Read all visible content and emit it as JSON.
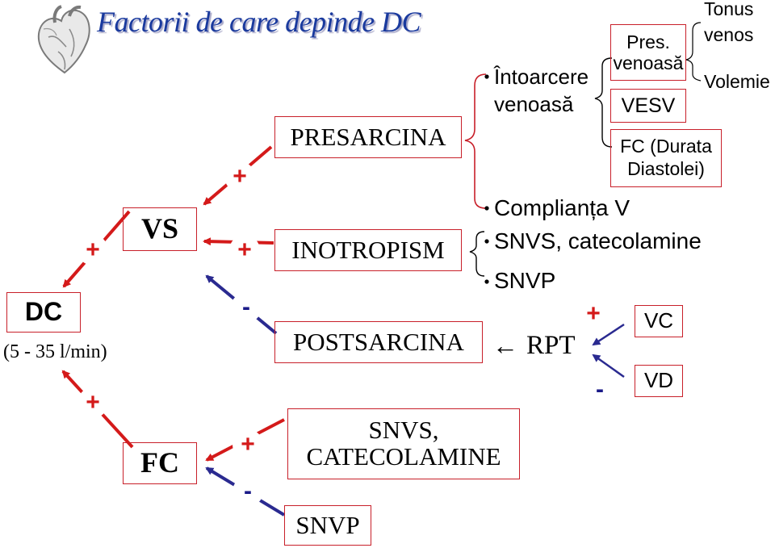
{
  "title": "Factorii de care depinde DC",
  "colors": {
    "red": "#d41a1a",
    "blue": "#2a2a90",
    "title": "#1a3a9e",
    "border": "#c8202a"
  },
  "icons": {
    "logo": "heart-icon"
  },
  "nodes": {
    "dc": "DC",
    "dc_range": "(5 - 35 l/min)",
    "vs": "VS",
    "fc": "FC",
    "presarcina": "PRESARCINA",
    "inotropism": "INOTROPISM",
    "postsarcina": "POSTSARCINA",
    "snvs_catecolamine": "SNVS, CATECOLAMINE",
    "snvp_bottom": "SNVP",
    "rpt": "RPT",
    "vc": "VC",
    "vd": "VD"
  },
  "signs": {
    "dc_vs": "+",
    "dc_fc": "+",
    "vs_presarcina": "+",
    "vs_inotropism": "+",
    "vs_postsarcina": "-",
    "fc_snvs": "+",
    "fc_snvp": "-",
    "rpt_vc": "+",
    "rpt_vd": "-"
  },
  "arrow_left": "←",
  "right_factors": {
    "intoarcere_line1": "Întoarcere",
    "intoarcere_line2": "venoasă",
    "pres_line1": "Pres.",
    "pres_line2": "venoasă",
    "tonus_line1": "Tonus",
    "tonus_line2": "venos",
    "volemie": "Volemie",
    "vesv": "VESV",
    "fc_durata_line1": "FC (Durata",
    "fc_durata_line2": "Diastolei)",
    "complianta": "Complianța V",
    "snvs_cat": "SNVS, catecolamine",
    "snvp": "SNVP"
  }
}
